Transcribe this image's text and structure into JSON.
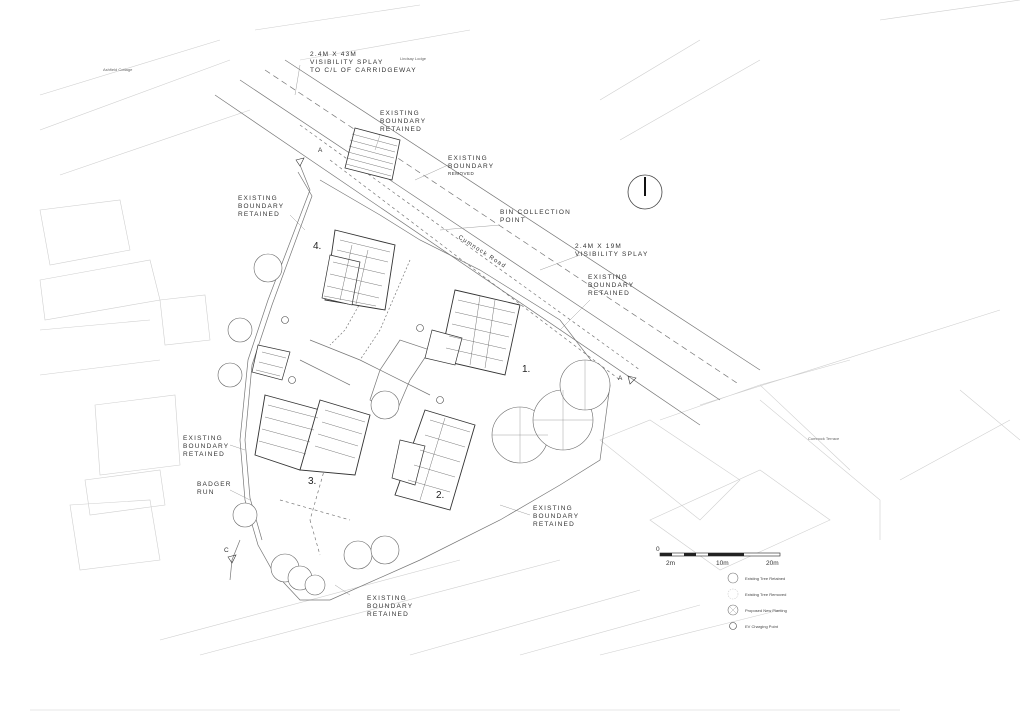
{
  "labels": {
    "visibility_splay_top": [
      "2.4M X 43M",
      "VISIBILITY SPLAY",
      "TO C/L OF CARRIDGEWAY"
    ],
    "boundary_top": [
      "EXISTING",
      "BOUNDARY",
      "RETAINED"
    ],
    "boundary_removed": [
      "EXISTING",
      "BOUNDARY",
      "REMOVED"
    ],
    "boundary_left": [
      "EXISTING",
      "BOUNDARY",
      "RETAINED"
    ],
    "bin_collection": [
      "BIN COLLECTION",
      "POINT"
    ],
    "visibility_splay_right": [
      "2.4M X 19M",
      "VISIBILITY SPLAY"
    ],
    "boundary_right": [
      "EXISTING",
      "BOUNDARY",
      "RETAINED"
    ],
    "boundary_west": [
      "EXISTING",
      "BOUNDARY",
      "RETAINED"
    ],
    "badger_run": [
      "BADGER",
      "RUN"
    ],
    "boundary_south": [
      "EXISTING",
      "BOUNDARY",
      "RETAINED"
    ],
    "boundary_bottom": [
      "EXISTING",
      "BOUNDARY",
      "RETAINED"
    ]
  },
  "road_name": "Cumnock Road",
  "small_labels": {
    "ashfield_cottage": "Ashfield Cottage",
    "lindsay_lodge": "Lindsay Lodge",
    "cumnock_terrace": "Cumnock Terrace"
  },
  "plots": [
    "4.",
    "1.",
    "3.",
    "2."
  ],
  "section_markers": {
    "a": "A",
    "b": "A",
    "c": "C"
  },
  "scale_bar": {
    "labels": [
      "2m",
      "10m",
      "20m"
    ],
    "zero": "0"
  },
  "legend": [
    "Existing Tree Retained",
    "Existing Tree Removed",
    "Proposed New Planting",
    "EV Charging Point"
  ]
}
